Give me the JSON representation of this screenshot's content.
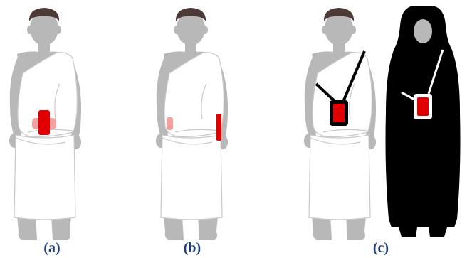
{
  "panels": [
    {
      "label": "(a)",
      "figure": "man-in-ihram",
      "device": "device-held-at-waist-front"
    },
    {
      "label": "(b)",
      "figure": "man-in-ihram",
      "device": "device-at-right-hip"
    },
    {
      "label": "(c)",
      "figure": "man-in-ihram-and-woman-in-abaya",
      "device": "device-hung-on-neck-strap"
    }
  ],
  "colors": {
    "skin": "#b8b8b8",
    "hair": "#4d3a36",
    "cloth": "#ffffff",
    "cloth_outline": "#c8c8c8",
    "abaya": "#000000",
    "device": "#e00000",
    "device_faded": "#f08a8a",
    "caption": "#1f3f7a"
  }
}
